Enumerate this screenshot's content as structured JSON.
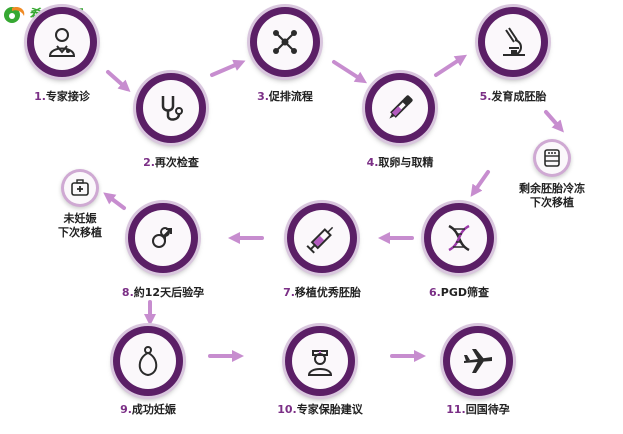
{
  "logo": {
    "text": "希恩宝贝"
  },
  "colors": {
    "ring": "#5b1f66",
    "arrow": "#c78dcf",
    "icon": "#2b2b2b"
  },
  "steps": [
    {
      "num": "1.",
      "label": "专家接诊",
      "icon": "doctor-icon"
    },
    {
      "num": "2.",
      "label": "再次检查",
      "icon": "stethoscope-icon"
    },
    {
      "num": "3.",
      "label": "促排流程",
      "icon": "molecule-icon"
    },
    {
      "num": "4.",
      "label": "取卵与取精",
      "icon": "pipette-icon"
    },
    {
      "num": "5.",
      "label": "发育成胚胎",
      "icon": "microscope-icon"
    },
    {
      "num": "6.",
      "label": "PGD筛查",
      "icon": "dna-icon"
    },
    {
      "num": "7.",
      "label": "移植优秀胚胎",
      "icon": "syringe-icon"
    },
    {
      "num": "8.",
      "label": "約12天后验孕",
      "icon": "gender-icon"
    },
    {
      "num": "9.",
      "label": "成功妊娠",
      "icon": "pregnancy-icon"
    },
    {
      "num": "10.",
      "label": "专家保胎建议",
      "icon": "nurse-icon"
    },
    {
      "num": "11.",
      "label": "回国待孕",
      "icon": "airplane-icon"
    }
  ],
  "side": {
    "freeze": {
      "line1": "剩余胚胎冷冻",
      "line2": "下次移植",
      "icon": "freezer-icon"
    },
    "retry": {
      "line1": "未妊娠",
      "line2": "下次移植",
      "icon": "medkit-icon"
    }
  }
}
